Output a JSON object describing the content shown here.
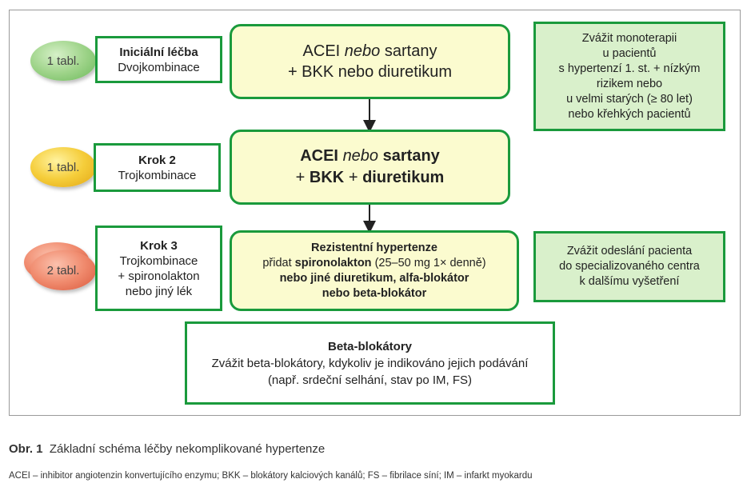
{
  "pills": [
    "1 tabl.",
    "1 tabl.",
    "2 tabl."
  ],
  "steps": [
    {
      "title": "Iniciální léčba",
      "lines": [
        "Dvojkombinace"
      ]
    },
    {
      "title": "Krok 2",
      "lines": [
        "Trojkombinace"
      ]
    },
    {
      "title": "Krok 3",
      "lines": [
        "Trojkombinace",
        "+ spironolakton",
        "nebo jiný lék"
      ]
    }
  ],
  "center1": {
    "a": "ACEI",
    "b": "nebo",
    "c": "sartany",
    "line2": "+ BKK nebo diuretikum"
  },
  "center2": {
    "a": "ACEI",
    "b": "nebo",
    "c": "sartany",
    "line2a": "+",
    "line2b": "BKK",
    "line2c": "+",
    "line2d": "diuretikum"
  },
  "center3": {
    "title": "Rezistentní hypertenze",
    "l2a": "přidat",
    "l2b": "spironolakton",
    "l2c": "(25–50 mg 1× denně)",
    "l3": "nebo jiné diuretikum, alfa-blokátor",
    "l4": "nebo beta-blokátor"
  },
  "side1": [
    "Zvážit monoterapii",
    "u pacientů",
    "s hypertenzí 1. st. +  nízkým",
    "rizikem nebo",
    "u velmi starých (≥ 80 let)",
    "nebo křehkých pacientů"
  ],
  "side2": [
    "Zvážit odeslání pacienta",
    "do specializovaného centra",
    "k dalšímu vyšetření"
  ],
  "beta": {
    "title": "Beta-blokátory",
    "l2": "Zvážit beta-blokátory, kdykoliv je indikováno jejich podávání",
    "l3": "(např. srdeční selhání, stav po IM, FS)"
  },
  "caption": {
    "num": "Obr. 1",
    "text": "Základní schéma léčby nekomplikované hypertenze"
  },
  "footnote": "ACEI – inhibitor angiotenzin konvertujícího enzymu; BKK – blokátory kalciových kanálů; FS – fibrilace síní; IM – infarkt myokardu",
  "colors": {
    "border": "#1a9a3c",
    "center_fill": "#fbfbcf",
    "side_fill": "#d9f0cb"
  }
}
